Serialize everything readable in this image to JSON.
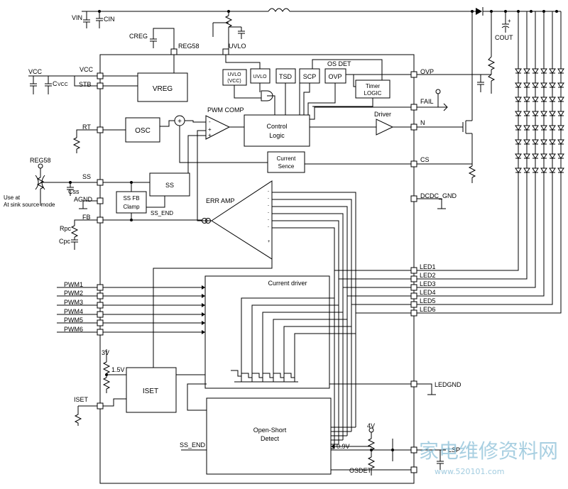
{
  "pins_left": {
    "vcc": "VCC",
    "stb": "STB",
    "rt": "RT",
    "ss": "SS",
    "agnd": "AGND",
    "fb": "FB",
    "pwm1": "PWM1",
    "pwm2": "PWM2",
    "pwm3": "PWM3",
    "pwm4": "PWM4",
    "pwm5": "PWM5",
    "pwm6": "PWM6",
    "iset": "ISET"
  },
  "pins_right": {
    "ovp": "OVP",
    "fail": "FAIL",
    "n": "N",
    "cs": "CS",
    "dcdc_gnd": "DCDC_GND",
    "led1": "LED1",
    "led2": "LED2",
    "led3": "LED3",
    "led4": "LED4",
    "led5": "LED5",
    "led6": "LED6",
    "ledgnd": "LEDGND",
    "lsp": "LSP",
    "osdet": "OSDET"
  },
  "pins_top": {
    "reg58": "REG58",
    "uvlo": "UVLO"
  },
  "blocks": {
    "vreg": "VREG",
    "osc": "OSC",
    "pwm_comp": "PWM COMP",
    "control_logic_1": "Control",
    "control_logic_2": "Logic",
    "current_sence_1": "Current",
    "current_sence_2": "Sence",
    "ss": "SS",
    "ss_fb_clamp_1": "SS FB",
    "ss_fb_clamp_2": "Clamp",
    "err_amp": "ERR AMP",
    "current_driver": "Current driver",
    "iset": "ISET",
    "open_short_1": "Open-Short",
    "open_short_2": "Detect",
    "uvlo_vcc_1": "UVLO",
    "uvlo_vcc_2": "(VCC)",
    "uvlo": "UVLO",
    "tsd": "TSD",
    "scp": "SCP",
    "ovp": "OVP",
    "os_det": "OS DET",
    "timer_1": "Timer",
    "timer_2": "LOGIC",
    "driver": "Driver"
  },
  "external": {
    "vin": "VIN",
    "cin": "CIN",
    "creg": "CREG",
    "vcc": "VCC",
    "c_label": "C",
    "c_vcc_sub": "VCC",
    "cout": "COUT",
    "reg58": "REG58",
    "use_at_1": "Use at",
    "use_at_2": "At sink source mode",
    "css": "Css",
    "rpc": "Rpc",
    "cpc": "Cpc",
    "ss_end_1": "SS_END",
    "ss_end_2": "SS_END",
    "v3": "3V",
    "v15": "1.5V",
    "v4": "4V",
    "v09": "0.9V"
  },
  "watermark": {
    "cn": "家电维修资料网",
    "url": "www.520101.com"
  }
}
